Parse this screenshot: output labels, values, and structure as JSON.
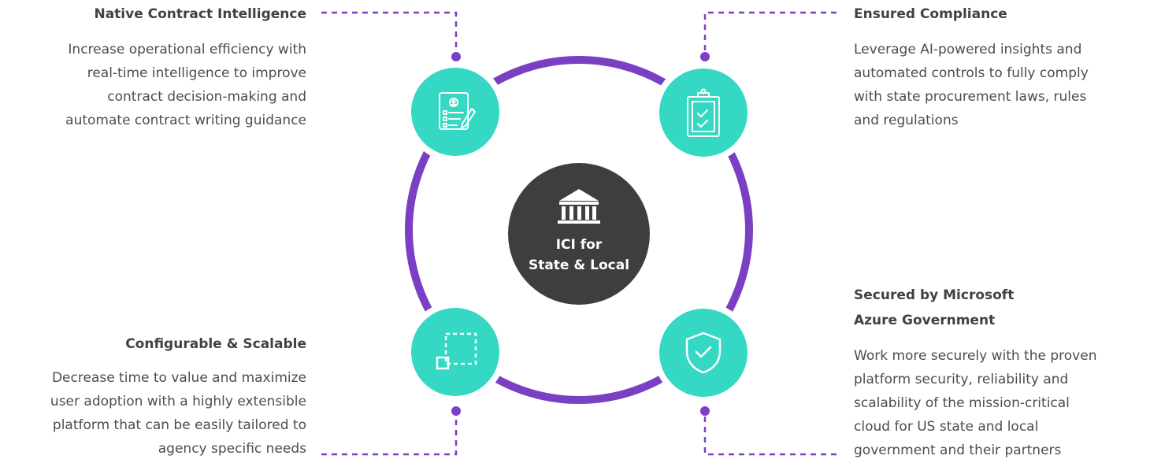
{
  "center": {
    "label": "ICI for\nState & Local",
    "icon": "government-building-icon"
  },
  "colors": {
    "ring": "#7b3fc4",
    "node": "#35d8c3",
    "center": "#3c3f3e",
    "text": "#3f4244"
  },
  "features": {
    "top_left": {
      "title": "Native Contract Intelligence",
      "body": "Increase operational efficiency with\nreal-time intelligence to improve\ncontract decision-making and\nautomate contract writing guidance",
      "icon": "contract-document-icon"
    },
    "top_right": {
      "title": "Ensured Compliance",
      "body": "Leverage AI-powered insights and\nautomated controls to fully comply\nwith state procurement laws, rules\nand regulations",
      "icon": "clipboard-checklist-icon"
    },
    "bottom_left": {
      "title": "Configurable & Scalable",
      "body": "Decrease time to value and maximize\nuser adoption with a highly extensible\nplatform that can be easily tailored to\nagency specific needs",
      "icon": "resize-scale-icon"
    },
    "bottom_right": {
      "title": "Secured by Microsoft\nAzure Government",
      "body": "Work more securely with the proven\nplatform security, reliability and\nscalability of the mission-critical\ncloud for US state and local\ngovernment and their partners",
      "icon": "shield-check-icon"
    }
  }
}
